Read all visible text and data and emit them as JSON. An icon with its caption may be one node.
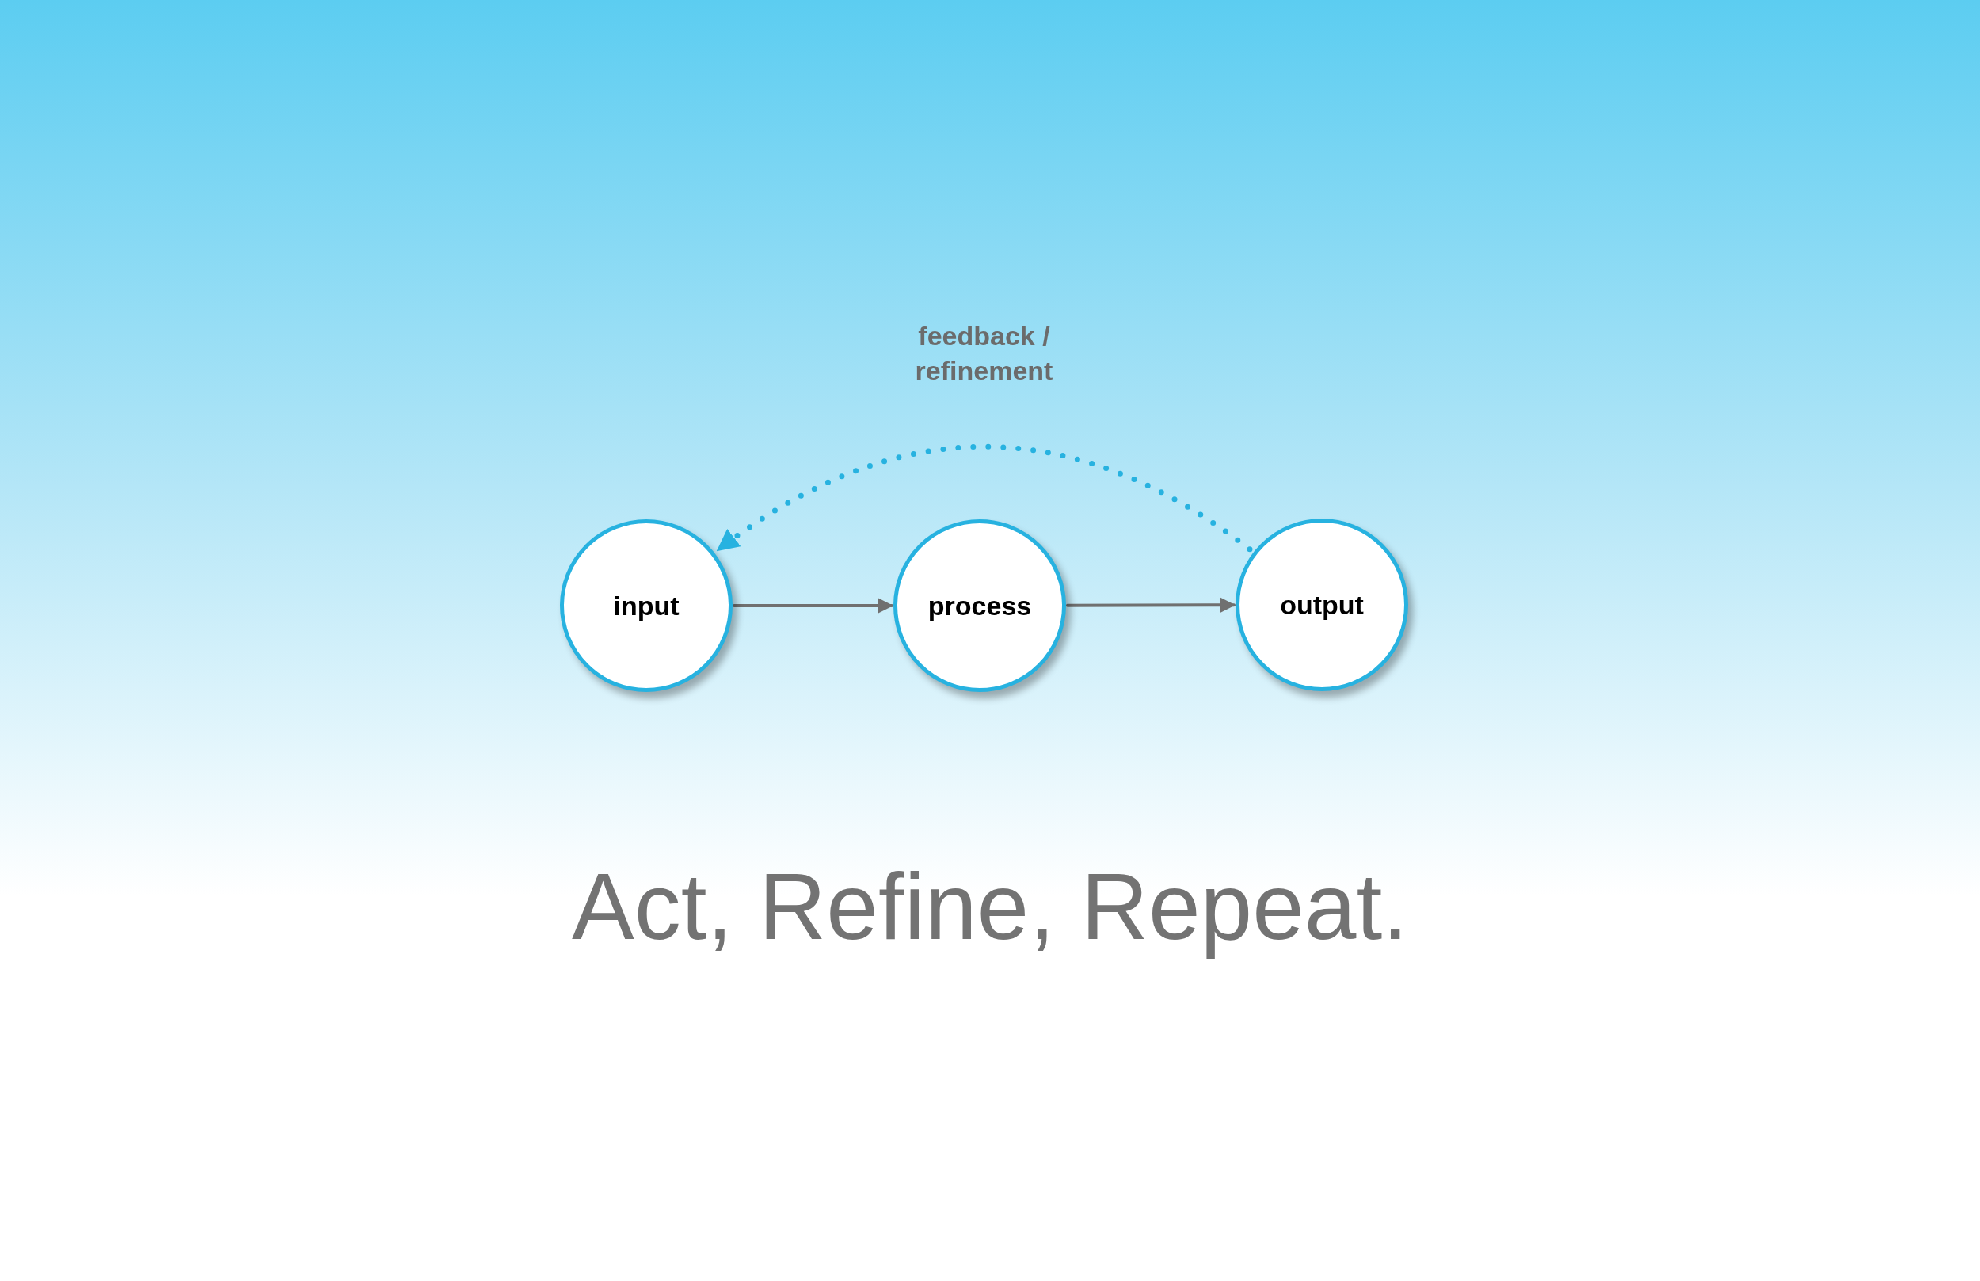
{
  "diagram": {
    "title": "Act, Refine, Repeat.",
    "nodes": [
      {
        "text": [
          "input"
        ]
      },
      {
        "text": [
          "process"
        ]
      },
      {
        "text": [
          "output"
        ]
      }
    ],
    "edges": [
      {
        "from": 0,
        "to": 1,
        "arrow": "to"
      },
      {
        "from": 1,
        "to": 2,
        "arrow": "to"
      },
      {
        "from": 2,
        "to": 0,
        "arrow": "to",
        "label": "feedback / refinement",
        "style": "dashed",
        "color": "#27b2e0"
      }
    ]
  }
}
